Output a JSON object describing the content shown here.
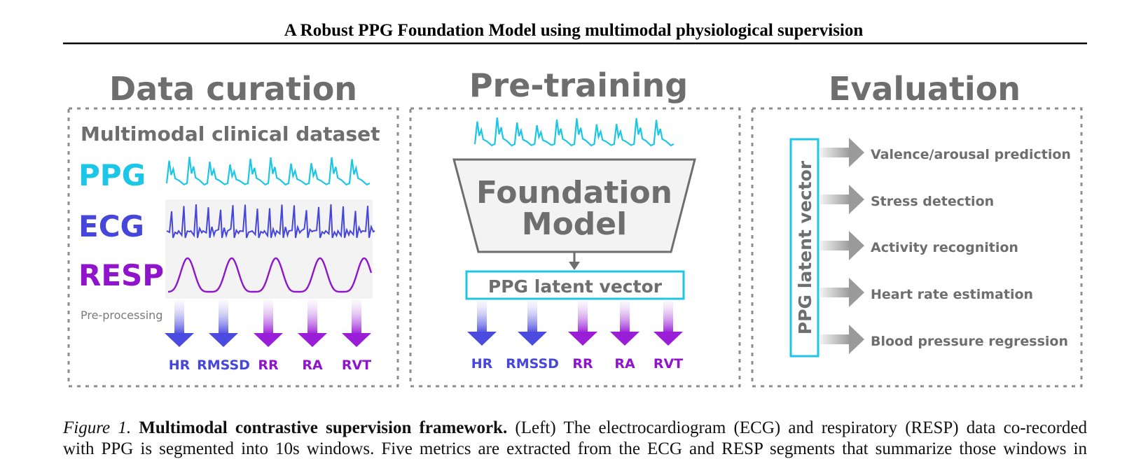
{
  "header": {
    "title": "A Robust PPG Foundation Model using multimodal physiological supervision"
  },
  "panels": {
    "curation": {
      "title": "Data curation",
      "subtitle": "Multimodal clinical dataset",
      "signals": [
        "PPG",
        "ECG",
        "RESP"
      ],
      "preprocessing_label": "Pre-processing",
      "metrics": [
        "HR",
        "RMSSD",
        "RR",
        "RA",
        "RVT"
      ]
    },
    "pretraining": {
      "title": "Pre-training",
      "model_line1": "Foundation",
      "model_line2": "Model",
      "latent_label": "PPG latent vector",
      "metrics": [
        "HR",
        "RMSSD",
        "RR",
        "RA",
        "RVT"
      ]
    },
    "evaluation": {
      "title": "Evaluation",
      "latent_label": "PPG latent vector",
      "tasks": [
        "Valence/arousal prediction",
        "Stress detection",
        "Activity recognition",
        "Heart rate estimation",
        "Blood pressure regression"
      ]
    }
  },
  "caption": {
    "label": "Figure 1.",
    "bold": "Multimodal contrastive supervision framework.",
    "line1_rest": "(Left) The electrocardiogram (ECG) and respiratory (RESP) data co-recorded",
    "line2": "with PPG is segmented into 10s windows. Five metrics are extracted from the ECG and RESP segments that summarize those windows in"
  },
  "colors": {
    "ppg": "#1cc6e6",
    "ecg": "#4646dc",
    "resp": "#8f14cc",
    "gray_text": "#6e6e6e",
    "border": "#8c8c8c"
  }
}
